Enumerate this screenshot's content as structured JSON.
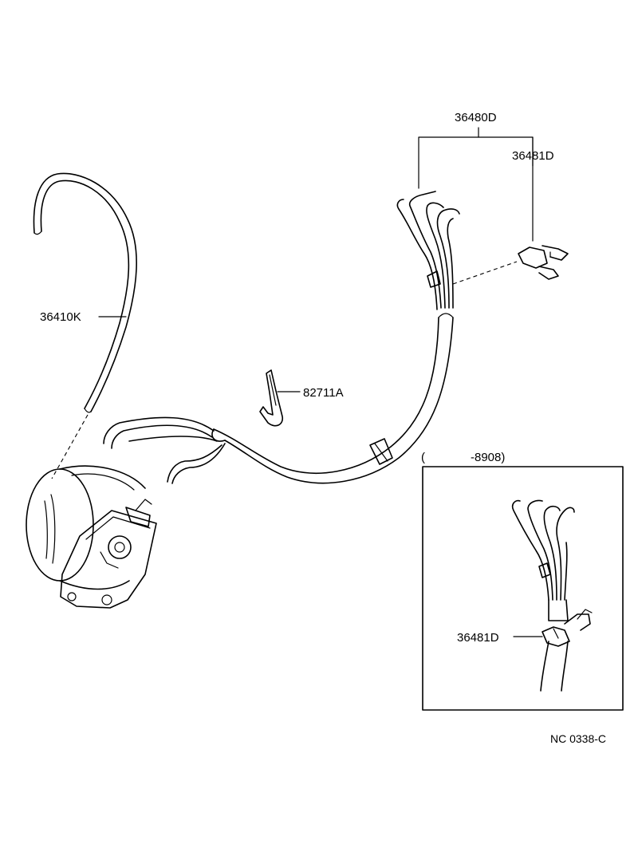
{
  "callouts": {
    "hose": "36410K",
    "clip": "82711A",
    "harness": "36480D",
    "connector": "36481D",
    "inset_connector": "36481D"
  },
  "inset": {
    "range_open": "(",
    "range_end": "-8908)"
  },
  "figure_code": "NC  0338-C"
}
